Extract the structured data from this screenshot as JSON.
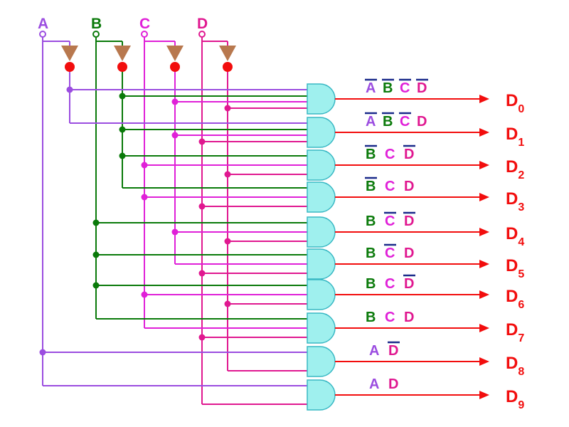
{
  "inputs": [
    {
      "label": "A",
      "color": "#9b4de0"
    },
    {
      "label": "B",
      "color": "#0a7a0a"
    },
    {
      "label": "C",
      "color": "#e020d8"
    },
    {
      "label": "D",
      "color": "#e01890"
    }
  ],
  "colors": {
    "output": "#f20d0d",
    "gate_fill": "#9ff0ee",
    "gate_stroke": "#39b8c4",
    "inverter": "#b8784e",
    "bubble": "#f20d0d"
  },
  "outputs": [
    {
      "name": "D",
      "sub": "0",
      "terms": [
        {
          "v": "A",
          "bar": true
        },
        {
          "v": "B",
          "bar": true
        },
        {
          "v": "C",
          "bar": true
        },
        {
          "v": "D",
          "bar": true
        }
      ]
    },
    {
      "name": "D",
      "sub": "1",
      "terms": [
        {
          "v": "A",
          "bar": true
        },
        {
          "v": "B",
          "bar": true
        },
        {
          "v": "C",
          "bar": true
        },
        {
          "v": "D",
          "bar": false
        }
      ]
    },
    {
      "name": "D",
      "sub": "2",
      "terms": [
        {
          "v": "B",
          "bar": true
        },
        {
          "v": "C",
          "bar": false
        },
        {
          "v": "D",
          "bar": true
        }
      ]
    },
    {
      "name": "D",
      "sub": "3",
      "terms": [
        {
          "v": "B",
          "bar": true
        },
        {
          "v": "C",
          "bar": false
        },
        {
          "v": "D",
          "bar": false
        }
      ]
    },
    {
      "name": "D",
      "sub": "4",
      "terms": [
        {
          "v": "B",
          "bar": false
        },
        {
          "v": "C",
          "bar": true
        },
        {
          "v": "D",
          "bar": true
        }
      ]
    },
    {
      "name": "D",
      "sub": "5",
      "terms": [
        {
          "v": "B",
          "bar": false
        },
        {
          "v": "C",
          "bar": true
        },
        {
          "v": "D",
          "bar": false
        }
      ]
    },
    {
      "name": "D",
      "sub": "6",
      "terms": [
        {
          "v": "B",
          "bar": false
        },
        {
          "v": "C",
          "bar": false
        },
        {
          "v": "D",
          "bar": true
        }
      ]
    },
    {
      "name": "D",
      "sub": "7",
      "terms": [
        {
          "v": "B",
          "bar": false
        },
        {
          "v": "C",
          "bar": false
        },
        {
          "v": "D",
          "bar": false
        }
      ]
    },
    {
      "name": "D",
      "sub": "8",
      "terms": [
        {
          "v": "A",
          "bar": false
        },
        {
          "v": "D",
          "bar": true
        }
      ]
    },
    {
      "name": "D",
      "sub": "9",
      "terms": [
        {
          "v": "A",
          "bar": false
        },
        {
          "v": "D",
          "bar": false
        }
      ]
    }
  ]
}
